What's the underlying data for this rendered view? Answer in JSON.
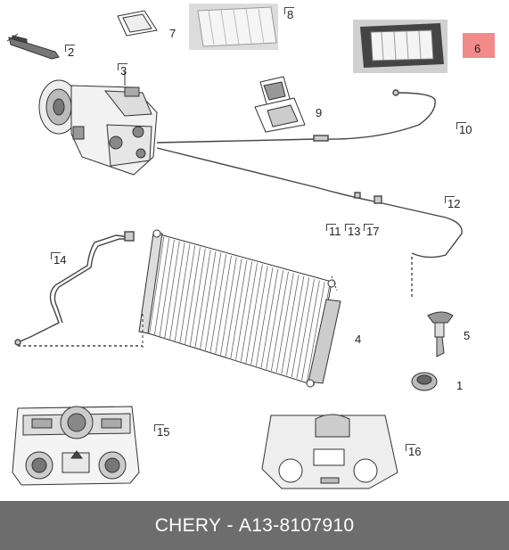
{
  "callouts": [
    "1",
    "2",
    "3",
    "4",
    "5",
    "6",
    "7",
    "8",
    "9",
    "10",
    "11",
    "12",
    "13",
    "14",
    "15",
    "16",
    "17"
  ],
  "highlight_color": "#f28a8a",
  "footer": {
    "brand": "CHERY",
    "separator": " - ",
    "part_number": "A13-8107910"
  }
}
